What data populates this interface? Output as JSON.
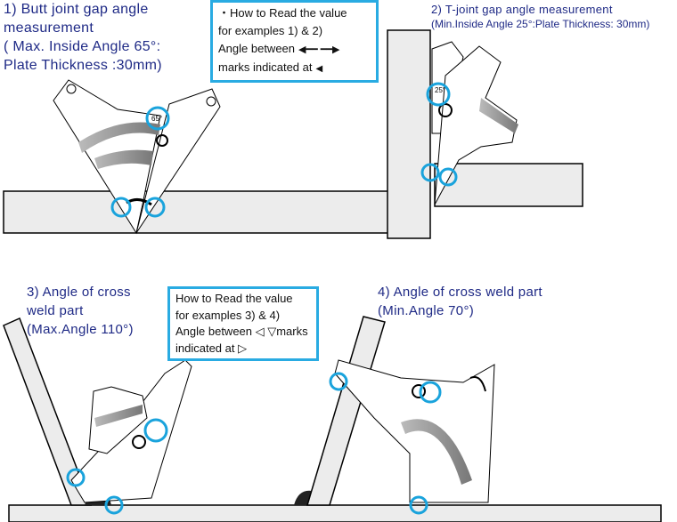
{
  "example1": {
    "lines": [
      "1) Butt joint gap angle",
      "measurement",
      "( Max. Inside Angle 65°:",
      "Plate Thickness :30mm)"
    ],
    "gauge_reading": "65°"
  },
  "legend1": {
    "lines": [
      "・How to Read the value",
      "for examples 1) & 2)",
      "Angle between",
      "marks indicated at"
    ]
  },
  "example2": {
    "lines": [
      "2) T-joint gap angle measurement",
      "(Min.Inside Angle 25°:Plate Thickness: 30mm)"
    ],
    "gauge_reading": "25°"
  },
  "example3": {
    "lines": [
      "3) Angle of cross",
      "weld part",
      "(Max.Angle 110°)"
    ]
  },
  "legend2": {
    "lines": [
      "How to Read the value",
      "for examples 3) & 4)",
      "Angle between ◁ ▽marks",
      "indicated at ▷"
    ]
  },
  "example4": {
    "lines": [
      "4) Angle of cross weld part",
      "(Min.Angle 70°)"
    ]
  },
  "colors": {
    "highlight": "#1aa3dc",
    "title_text": "#1f2a86",
    "plate_fill": "#ececec"
  }
}
